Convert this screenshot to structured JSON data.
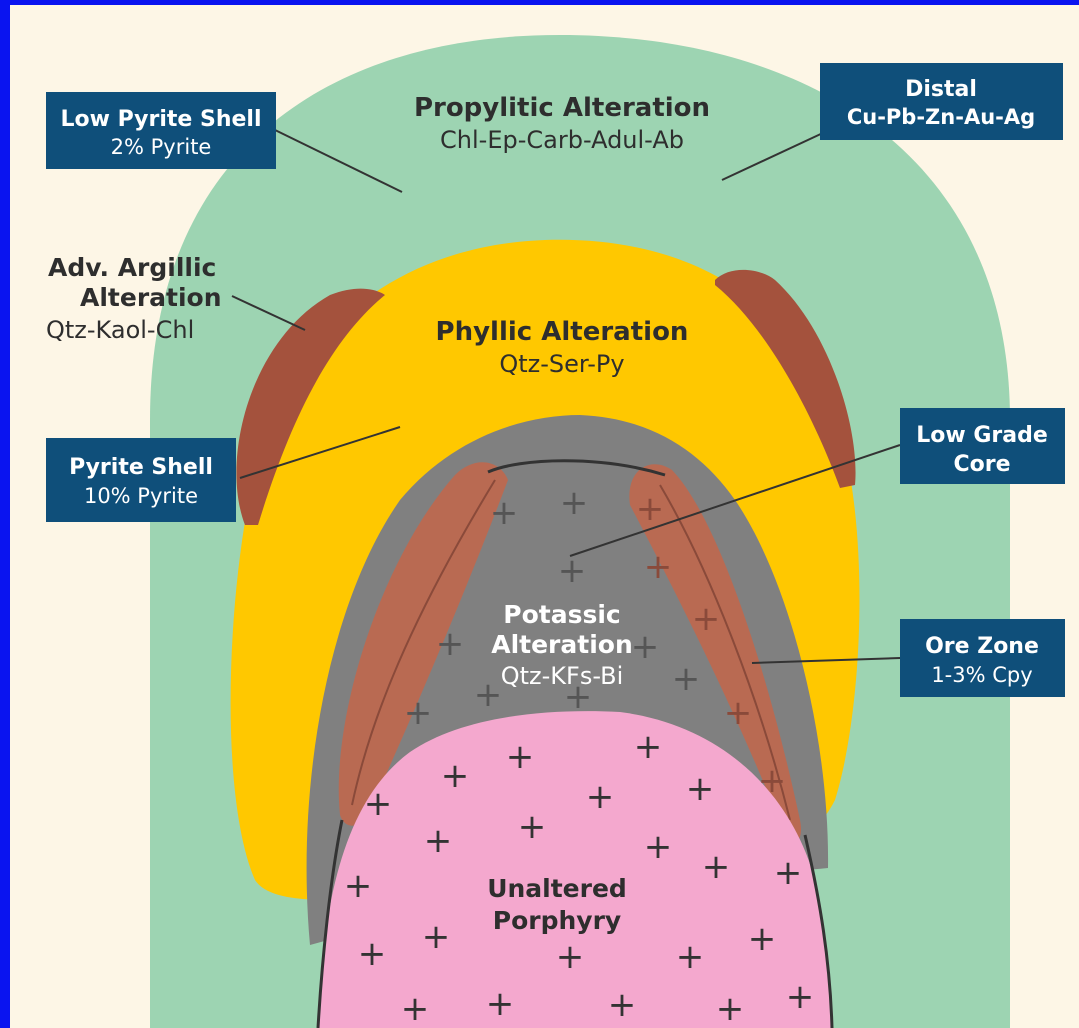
{
  "colors": {
    "background": "#0a14f0",
    "paper": "#fdf6e6",
    "propylitic": "#9dd4b2",
    "phyllic": "#ffc800",
    "argillic": "#a4523d",
    "potassic": "#808080",
    "ore": "#b96a52",
    "porphyry": "#f4a8ce",
    "box": "#0f4f7a",
    "text_dark": "#2e2e2e",
    "text_white": "#ffffff"
  },
  "labels": {
    "propylitic": {
      "title": "Propylitic Alteration",
      "minerals": "Chl-Ep-Carb-Adul-Ab"
    },
    "phyllic": {
      "title": "Phyllic Alteration",
      "minerals": "Qtz-Ser-Py"
    },
    "argillic": {
      "line1": "Adv. Argillic",
      "line2": "Alteration",
      "minerals": "Qtz-Kaol-Chl"
    },
    "potassic": {
      "line1": "Potassic",
      "line2": "Alteration",
      "minerals": "Qtz-KFs-Bi"
    },
    "porphyry": {
      "line1": "Unaltered",
      "line2": "Porphyry"
    }
  },
  "boxes": {
    "low_pyrite": {
      "title": "Low Pyrite Shell",
      "sub": "2% Pyrite"
    },
    "distal": {
      "title": "Distal",
      "sub": "Cu-Pb-Zn-Au-Ag"
    },
    "pyrite_shell": {
      "title": "Pyrite Shell",
      "sub": "10% Pyrite"
    },
    "low_grade": {
      "title": "Low Grade",
      "sub": "Core"
    },
    "ore_zone": {
      "title": "Ore Zone",
      "sub": "1-3% Cpy"
    }
  },
  "symbols": {
    "plus": "+"
  }
}
